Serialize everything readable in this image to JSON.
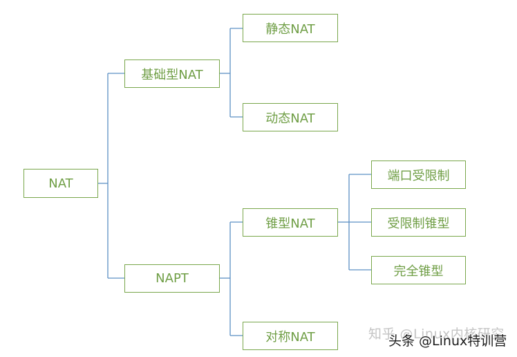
{
  "colors": {
    "connector": "#5b8fc4",
    "node_border": "#78a64a",
    "node_text": "#6f9e45"
  },
  "nodes": {
    "nat": "NAT",
    "basic_nat": "基础型NAT",
    "static_nat": "静态NAT",
    "dynamic_nat": "动态NAT",
    "napt": "NAPT",
    "cone_nat": "锥型NAT",
    "port_restricted": "端口受限制",
    "restricted_cone": "受限制锥型",
    "full_cone": "完全锥型",
    "symmetric_nat": "对称NAT"
  },
  "watermarks": {
    "zhihu": "知乎 @Linux内核研究",
    "toutiao": "头条 @Linux特训营"
  }
}
